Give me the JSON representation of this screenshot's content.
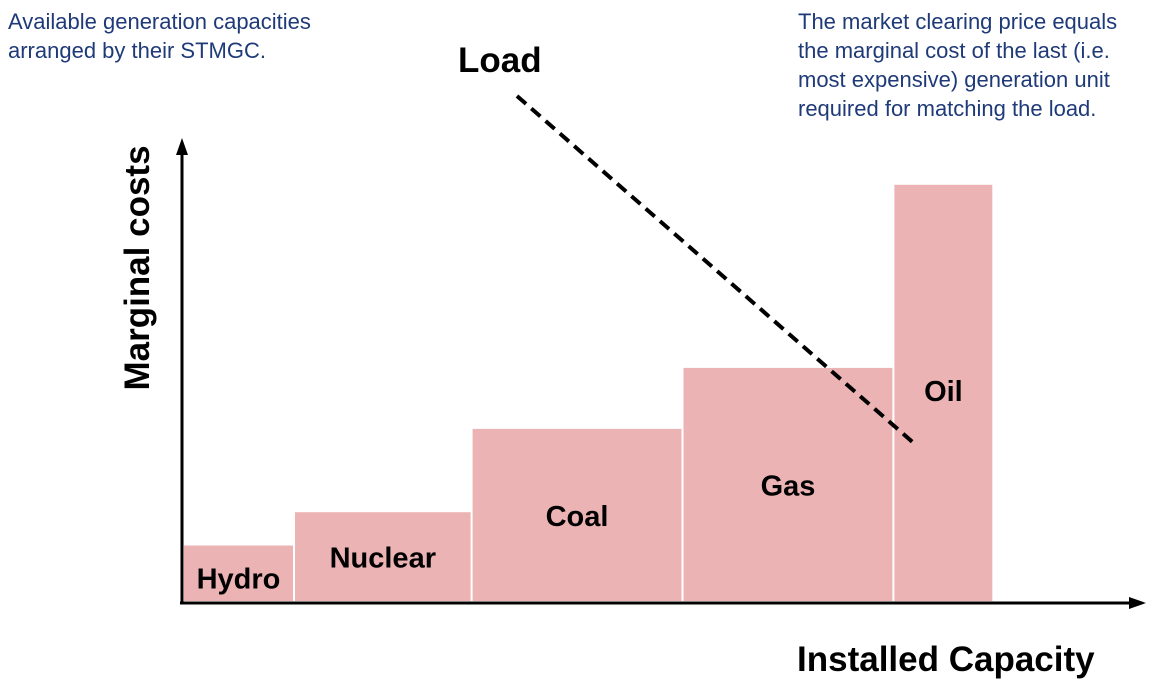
{
  "notes": {
    "left_line1": "Available generation capacities",
    "left_line2": "arranged by their STMGC.",
    "right_line1": "The market clearing price equals",
    "right_line2": "the marginal cost of the last (i.e.",
    "right_line3": "most expensive) generation unit",
    "right_line4": "required for matching the load."
  },
  "load_label": "Load",
  "axes": {
    "x_label": "Installed Capacity",
    "y_label": "Marginal costs"
  },
  "chart_data": {
    "type": "bar",
    "categories": [
      "Hydro",
      "Nuclear",
      "Coal",
      "Gas",
      "Oil"
    ],
    "values": [
      1.0,
      1.6,
      3.1,
      4.2,
      7.5
    ],
    "widths": [
      1.0,
      1.6,
      1.9,
      1.9,
      0.9
    ],
    "xlabel": "Installed Capacity",
    "ylabel": "Marginal costs",
    "load_curve": {
      "label": "Load",
      "style": "dashed",
      "points": [
        [
          3.0,
          9.1
        ],
        [
          6.6,
          2.8
        ]
      ]
    },
    "colors": {
      "bar_fill": "#ecb3b4",
      "axis": "#000000",
      "load_line": "#000000",
      "note_text": "#1f3a78"
    }
  }
}
